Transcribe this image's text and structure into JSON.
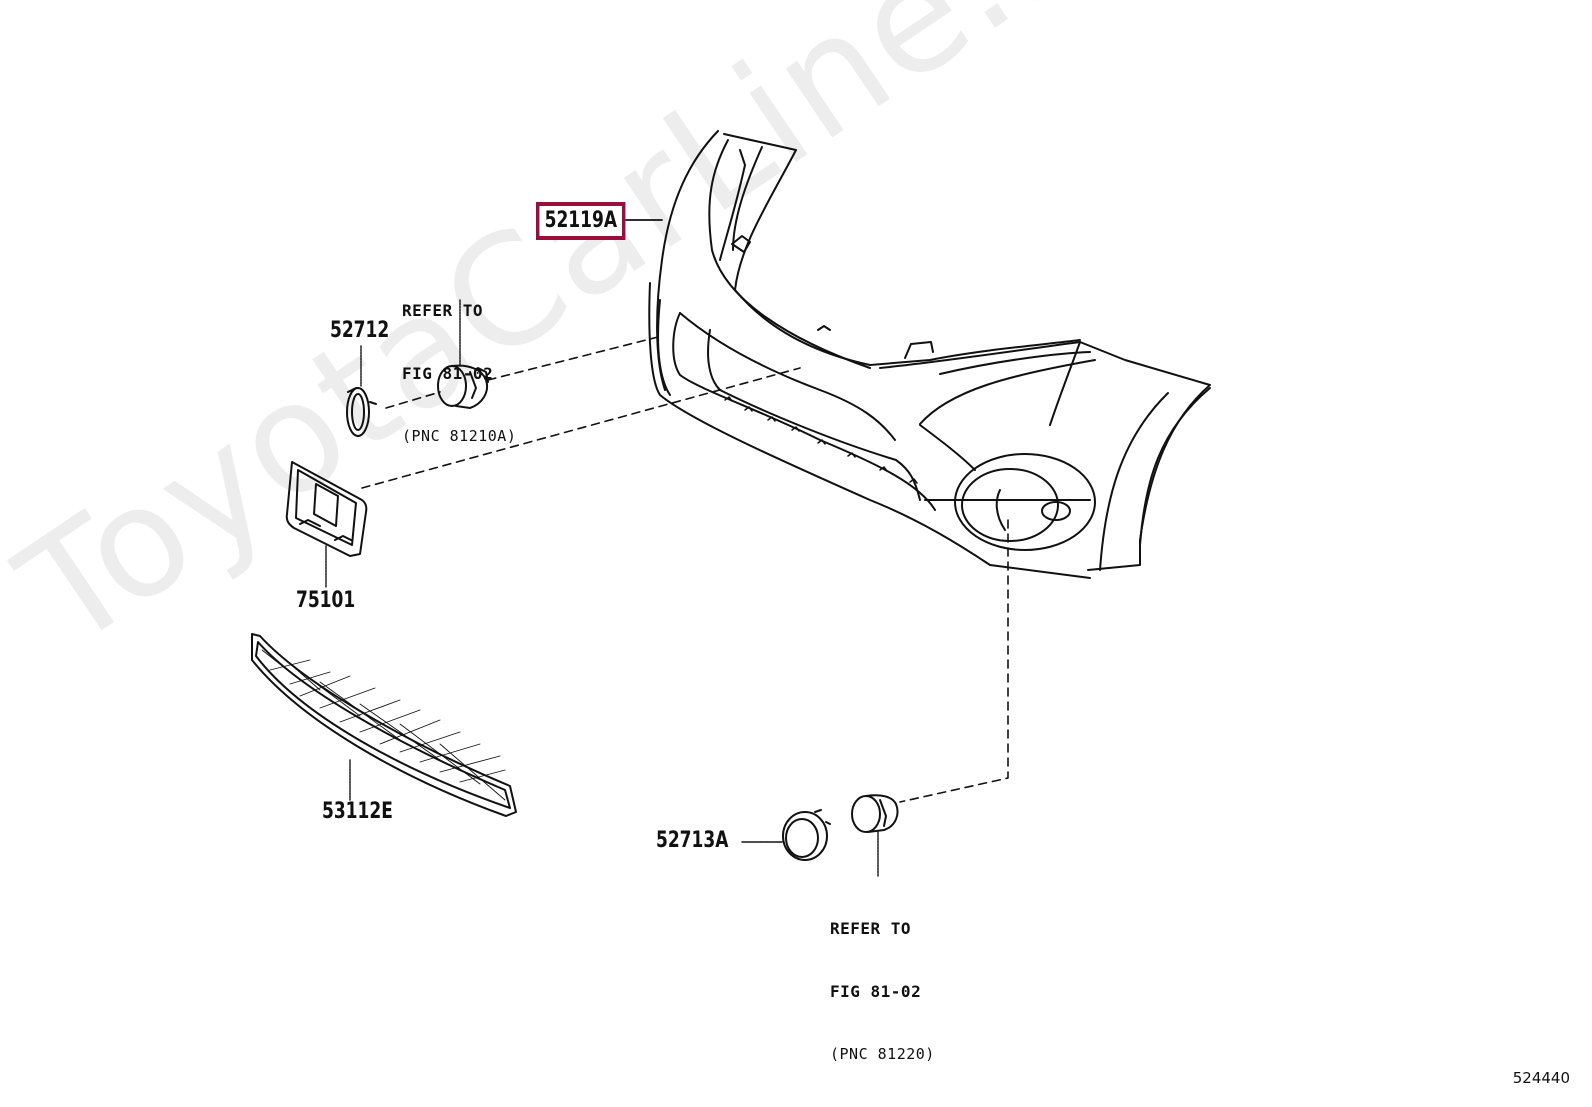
{
  "diagram": {
    "type": "exploded-parts-diagram",
    "subject": "Front bumper assembly",
    "figure_number": "524440",
    "watermark": "ToyotaCarLine.ru",
    "highlight_color": "#9b0e3c",
    "parts": [
      {
        "pnc": "52119A",
        "description": "front bumper cover",
        "highlighted": true
      },
      {
        "pnc": "52712",
        "description": "fog lamp bezel / cover ring (left)",
        "highlighted": false
      },
      {
        "pnc": "75101",
        "description": "license plate bracket",
        "highlighted": false
      },
      {
        "pnc": "53112E",
        "description": "lower radiator grille",
        "highlighted": false
      },
      {
        "pnc": "52713A",
        "description": "fog lamp bezel / cover ring (right)",
        "highlighted": false
      }
    ],
    "references": [
      {
        "line1": "REFER TO",
        "line2": "FIG 81-02",
        "line3": "(PNC 81210A)",
        "target": "fog lamp (left)"
      },
      {
        "line1": "REFER TO",
        "line2": "FIG 81-02",
        "line3": "(PNC 81220)",
        "target": "fog lamp (right)"
      }
    ]
  }
}
